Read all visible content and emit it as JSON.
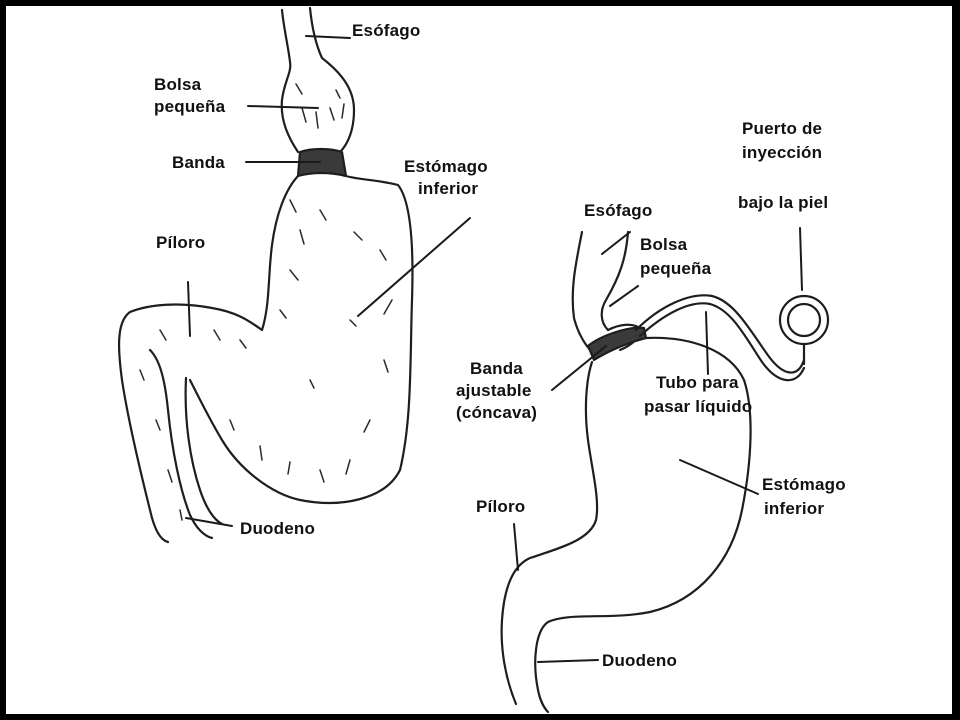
{
  "figure_left": {
    "esofago": "Esófago",
    "bolsa_line1": "Bolsa",
    "bolsa_line2": "pequeña",
    "banda": "Banda",
    "estomago_line1": "Estómago",
    "estomago_line2": "inferior",
    "piloro": "Píloro",
    "duodeno": "Duodeno"
  },
  "figure_right": {
    "puerto_line1": "Puerto de",
    "puerto_line2": "inyección",
    "puerto_line3": "bajo la piel",
    "esofago": "Esófago",
    "bolsa_line1": "Bolsa",
    "bolsa_line2": "pequeña",
    "banda_line1": "Banda",
    "banda_line2": "ajustable",
    "banda_line3": "(cóncava)",
    "tubo_line1": "Tubo para",
    "tubo_line2": "pasar líquido",
    "estomago_line1": "Estómago",
    "estomago_line2": "inferior",
    "piloro": "Píloro",
    "duodeno": "Duodeno"
  },
  "colors": {
    "border": "#000000",
    "background": "#ffffff",
    "ink": "#1e1e1e"
  }
}
